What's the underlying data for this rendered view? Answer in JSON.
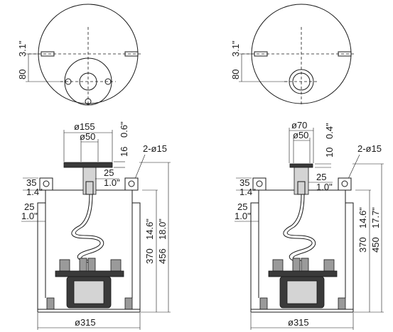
{
  "left_view": {
    "top_dims": {
      "mm": "80",
      "inch": "3.1\""
    },
    "flange_dia": "ø155",
    "bore_dia": "ø50",
    "flange_thk": {
      "mm": "16",
      "inch": "0.6\""
    },
    "holes": "2-ø15",
    "hook_h": {
      "mm": "35",
      "inch": "1.4\""
    },
    "offset": {
      "mm": "25",
      "inch": "1.0\""
    },
    "offset2": {
      "mm": "25",
      "inch": "1.0\""
    },
    "body_h": {
      "mm": "370",
      "inch": "14.6\""
    },
    "total_h": {
      "mm": "456",
      "inch": "18.0\""
    },
    "base_dia": "ø315"
  },
  "right_view": {
    "top_dims": {
      "mm": "80",
      "inch": "3.1\""
    },
    "flange_dia": "ø70",
    "bore_dia": "ø50",
    "flange_thk": {
      "mm": "10",
      "inch": "0.4\""
    },
    "holes": "2-ø15",
    "hook_h": {
      "mm": "35",
      "inch": "1.4\""
    },
    "offset": {
      "mm": "25",
      "inch": "1.0\""
    },
    "offset2": {
      "mm": "25",
      "inch": "1.0\""
    },
    "body_h": {
      "mm": "370",
      "inch": "14.6\""
    },
    "total_h": {
      "mm": "450",
      "inch": "17.7\""
    },
    "base_dia": "ø315"
  }
}
